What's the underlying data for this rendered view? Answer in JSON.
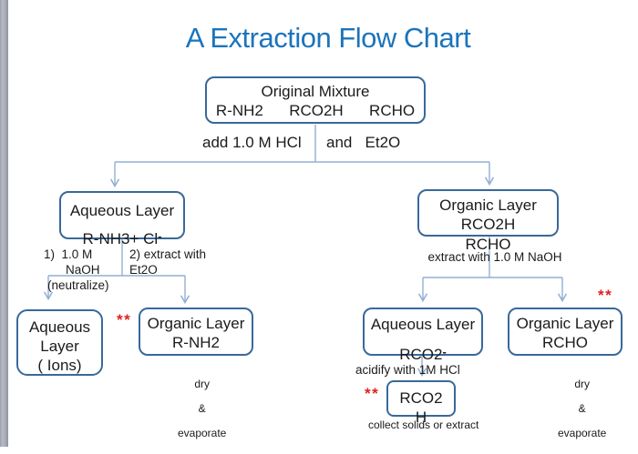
{
  "page": {
    "title": "A Extraction Flow Chart"
  },
  "colors": {
    "title_blue": "#1B74BC",
    "box_border": "#39689B",
    "connector": "#92AFD4",
    "asterisk_red": "#E02020",
    "text": "#1B1B1B"
  },
  "boxes": {
    "original": {
      "line1": "Original Mixture",
      "line2": "R-NH2      RCO2H      RCHO"
    },
    "aqueous_left": {
      "line1": "Aqueous Layer",
      "line2": "R-NH3+ Cl",
      "line2_sup": "-"
    },
    "organic_right": {
      "line1": "Organic Layer",
      "line2": "RCO2H",
      "line3": "RCHO"
    },
    "aqueous_ions": {
      "line1": "Aqueous",
      "line2": "Layer",
      "line3": "( Ions)"
    },
    "organic_rnh2": {
      "line1": "Organic Layer",
      "line2": "R-NH2"
    },
    "aqueous_rco2": {
      "line1": "Aqueous Layer",
      "line2": "RCO2",
      "line2_sup": "-"
    },
    "organic_rcho": {
      "line1": "Organic Layer",
      "line2": "RCHO"
    },
    "rco2h": {
      "line1": "RCO2",
      "line2": "H"
    }
  },
  "labels": {
    "add_left": "add 1.0 M HCl",
    "add_right": "and   Et2O",
    "step1_line1": "1)  1.0 M",
    "step1_line2": "NaOH",
    "step1_line3": "(neutralize)",
    "step2_line1": "2) extract with",
    "step2_line2": "Et2O",
    "extract_naoh": "extract with 1.0 M NaOH",
    "acidify": "acidify with 1M HCl",
    "collect": "collect solids or extract",
    "dry_line1": "dry",
    "dry_line2": "&",
    "dry_line3": "evaporate",
    "asterisks": "**"
  }
}
